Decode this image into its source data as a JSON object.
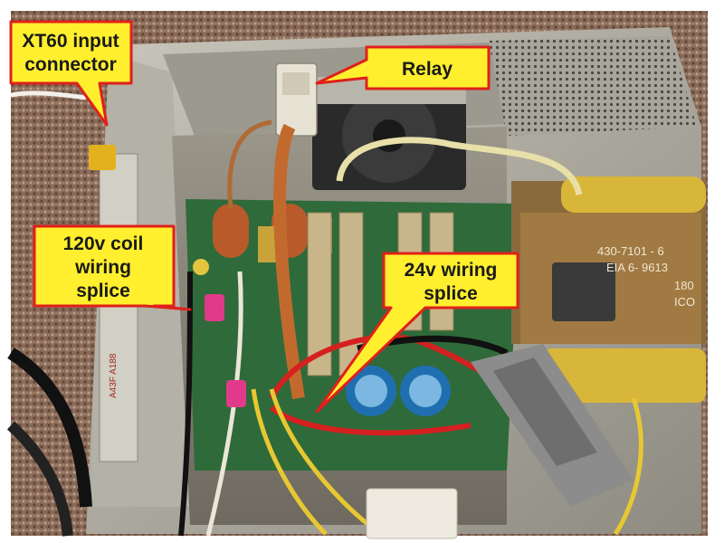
{
  "photo": {
    "subject": "opened power supply chassis with callout annotations"
  },
  "callouts": {
    "xt60": {
      "line1": "XT60 input",
      "line2": "connector"
    },
    "relay": {
      "line1": "Relay"
    },
    "coil_splice": {
      "line1": "120v coil",
      "line2": "wiring",
      "line3": "splice"
    },
    "wiring_24v": {
      "line1": "24v wiring",
      "line2": "splice"
    }
  },
  "labels": {
    "transformer_line1": "430-7101 - 6",
    "transformer_line2": "EIA  6- 9613",
    "transformer_line3": "180",
    "transformer_line4": "ICO",
    "chassis_mark": "A43F  A188"
  },
  "colors": {
    "callout_fill": "#ffef2e",
    "callout_border": "#e0201b",
    "text": "#1a1a1a"
  }
}
